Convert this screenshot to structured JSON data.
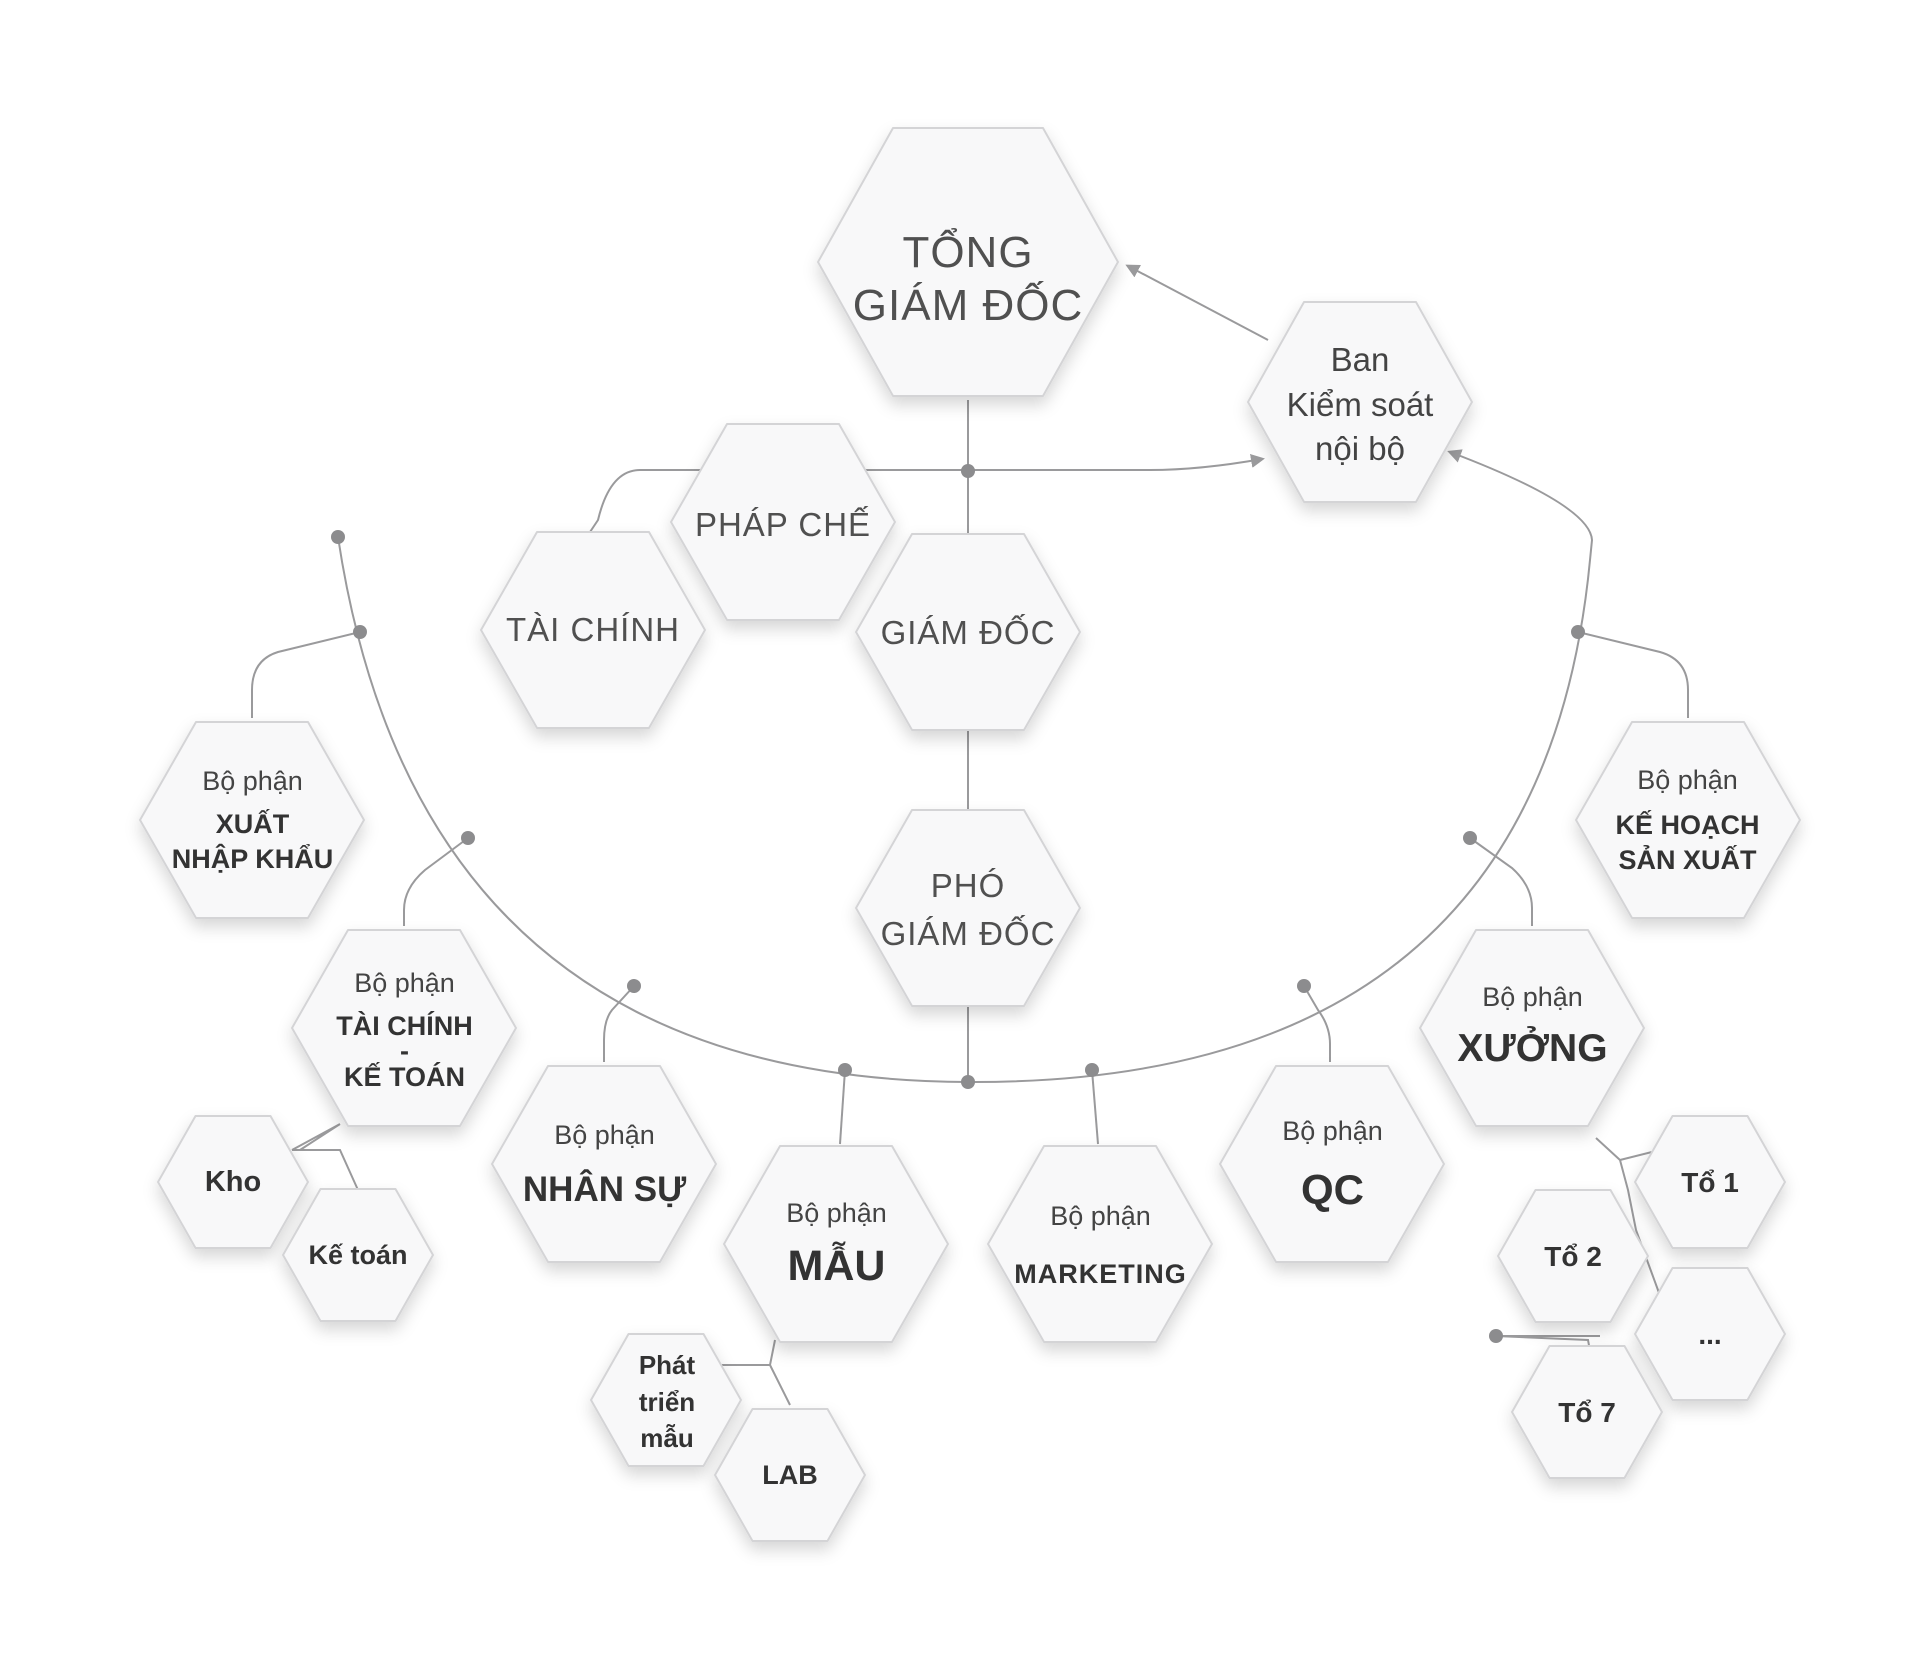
{
  "colors": {
    "line": "#9a9a9c",
    "dot": "#8c8c8e",
    "hex_fill": "#f8f8f9",
    "hex_border": "#d4d4d6",
    "text": "#3a3a3a"
  },
  "nodes": {
    "tong_giam_doc": [
      "TỔNG",
      "GIÁM ĐỐC"
    ],
    "ban_kiem_soat": [
      "Ban",
      "Kiểm soát",
      "nội bộ"
    ],
    "phap_che": [
      "PHÁP CHẾ"
    ],
    "tai_chinh": [
      "TÀI CHÍNH"
    ],
    "giam_doc": [
      "GIÁM ĐỐC"
    ],
    "pho_giam_doc": [
      "PHÓ",
      "GIÁM ĐỐC"
    ],
    "xuat_nhap_khau": {
      "sub": "Bộ phận",
      "lines": [
        "XUẤT",
        "NHẬP KHẨU"
      ]
    },
    "ke_hoach_san_xuat": {
      "sub": "Bộ phận",
      "lines": [
        "KẾ HOẠCH",
        "SẢN XUẤT"
      ]
    },
    "tai_chinh_ke_toan": {
      "sub": "Bộ phận",
      "lines": [
        "TÀI CHÍNH",
        "-",
        "KẾ TOÁN"
      ]
    },
    "nhan_su": {
      "sub": "Bộ phận",
      "lines": [
        "NHÂN SỰ"
      ]
    },
    "mau": {
      "sub": "Bộ phận",
      "lines": [
        "MẪU"
      ]
    },
    "marketing": {
      "sub": "Bộ phận",
      "lines": [
        "MARKETING"
      ]
    },
    "qc": {
      "sub": "Bộ phận",
      "lines": [
        "QC"
      ]
    },
    "xuong": {
      "sub": "Bộ phận",
      "lines": [
        "XƯỞNG"
      ]
    },
    "kho": [
      "Kho"
    ],
    "ke_toan": [
      "Kế toán"
    ],
    "phat_trien_mau": [
      "Phát",
      "triển",
      "mẫu"
    ],
    "lab": [
      "LAB"
    ],
    "to_1": [
      "Tổ 1"
    ],
    "to_2": [
      "Tổ 2"
    ],
    "to_more": [
      "..."
    ],
    "to_7": [
      "Tổ 7"
    ]
  }
}
